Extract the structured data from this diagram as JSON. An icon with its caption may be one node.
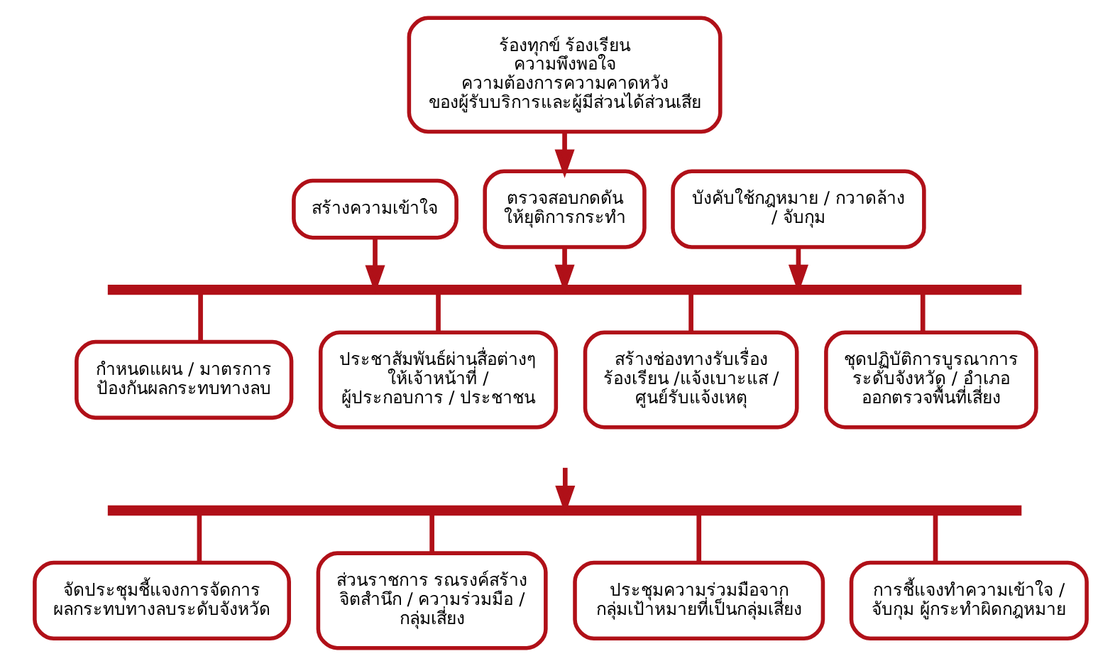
{
  "diagram": {
    "nodes": [
      {
        "text": [
          "ร้องทุกข์ ร้องเรียน ความพึงพอใจ ความต้องการความคาดหวัง ของผู้รับบริการและผู้มีส่วนได้ส่วนเสีย"
        ]
      },
      {
        "text": [
          "สร้างความเข้าใจ"
        ]
      },
      {
        "text": [
          "ตรวจสอบกดดัน ให้ยุติการกระทำ"
        ]
      },
      {
        "text": [
          "บังคับใช้กฎหมาย / กวาดล้าง / จับกุม"
        ]
      },
      {
        "text": [],
        "shape": "bar"
      },
      {
        "text": [
          "กำหนดแผน / มาตรการ ป้องกันผลกระทบทางลบ"
        ]
      },
      {
        "text": [
          "ประชาสัมพันธ์ผ่านสื่อต่างๆ ให้เจ้าหน้าที่ / ผู้ประกอบการ / ประชาชน"
        ]
      },
      {
        "text": [
          "สร้างช่องทางรับเรื่อง ร้องเรียน /แจ้งเบาะแส / ศูนย์รับแจ้งเหตุ"
        ]
      },
      {
        "text": [
          "ชุดปฏิบัติการบูรณาการ ระดับจังหวัด / อำเภอ ออกตรวจพื้นที่เสี่ยง"
        ]
      },
      {
        "text": [],
        "shape": "bar"
      },
      {
        "text": [
          "จัดประชุมชี้แจงการจัดการ ผลกระทบทางลบระดับจังหวัด"
        ]
      },
      {
        "text": [
          "ส่วนราชการ รณรงค์สร้าง จิตสำนึก / ความร่วมมือ / กลุ่มเสี่ยง"
        ]
      },
      {
        "text": [
          "ประชุมความร่วมมือจาก กลุ่มเป้าหมายที่เป็นกลุ่มเสี่ยง"
        ]
      },
      {
        "text": [
          "การชี้แจงทำความเข้าใจ / จับกุม ผู้กระทำผิดกฎหมาย"
        ]
      }
    ],
    "edges": [
      {
        "from": 0,
        "to": 2,
        "arrow": "to"
      },
      {
        "from": 1,
        "to": 4,
        "arrow": "to"
      },
      {
        "from": 2,
        "to": 4,
        "arrow": "to"
      },
      {
        "from": 3,
        "to": 4,
        "arrow": "to"
      },
      {
        "from": 4,
        "to": 5,
        "arrow": "none"
      },
      {
        "from": 4,
        "to": 6,
        "arrow": "none"
      },
      {
        "from": 4,
        "to": 7,
        "arrow": "none"
      },
      {
        "from": 4,
        "to": 8,
        "arrow": "none"
      },
      {
        "from": null,
        "to": 9,
        "arrow": "to"
      },
      {
        "from": 9,
        "to": 10,
        "arrow": "none"
      },
      {
        "from": 9,
        "to": 11,
        "arrow": "none"
      },
      {
        "from": 9,
        "to": 12,
        "arrow": "none"
      },
      {
        "from": 9,
        "to": 13,
        "arrow": "none"
      }
    ]
  }
}
